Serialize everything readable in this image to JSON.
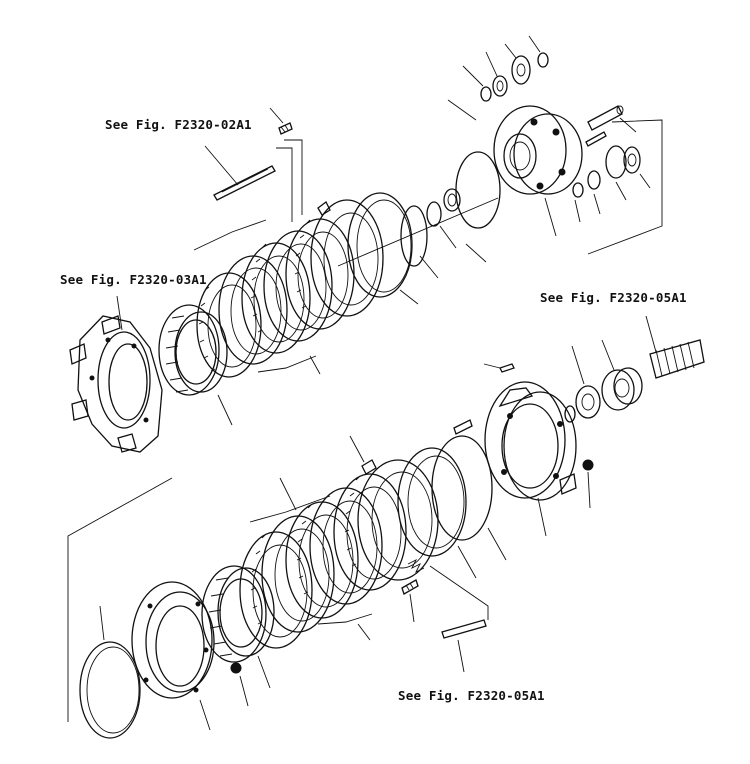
{
  "diagram": {
    "labels": {
      "ref_top": "See Fig. F2320-02A1",
      "ref_left": "See Fig. F2320-03A1",
      "ref_right": "See Fig. F2320-05A1",
      "ref_bottom": "See Fig. F2320-05A1"
    }
  },
  "colors": {
    "ink": "#111111",
    "paper": "#ffffff"
  }
}
